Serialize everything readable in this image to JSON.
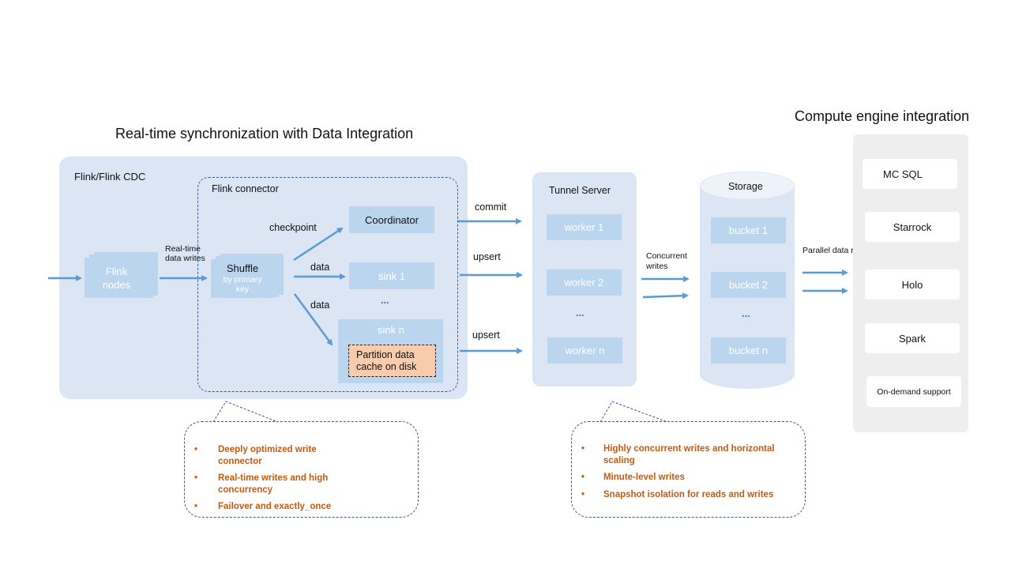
{
  "titles": {
    "left": "Real-time synchronization with Data Integration",
    "right": "Compute engine integration"
  },
  "flink_panel": {
    "label": "Flink/Flink CDC",
    "nodes": [
      "Flink",
      "nodes"
    ],
    "realtime_label": [
      "Real-time",
      "data writes"
    ]
  },
  "connector": {
    "label": "Flink connector",
    "shuffle": "Shuffle",
    "shuffle_sub": [
      "by primary",
      "key"
    ],
    "checkpoint": "checkpoint",
    "data_1": "data",
    "data_2": "data",
    "coordinator": "Coordinator",
    "sink_1": "sink 1",
    "ellipsis": "...",
    "sink_n": "sink n",
    "cache": [
      "Partition data",
      "cache on disk"
    ]
  },
  "flows": {
    "commit": "commit",
    "upsert_1": "upsert",
    "upsert_2": "upsert",
    "concurrent": [
      "Concurrent",
      "writes"
    ],
    "parallel": "Parallel data reads"
  },
  "tunnel": {
    "label": "Tunnel  Server",
    "workers": [
      "worker  1",
      "worker  2",
      "...",
      "worker  n"
    ]
  },
  "storage": {
    "label": "Storage",
    "buckets": [
      "bucket  1",
      "bucket  2",
      "...",
      "bucket  n"
    ]
  },
  "engines": [
    "MC SQL",
    "Starrock",
    "Holo",
    "Spark",
    "On-demand support"
  ],
  "notes_left": [
    [
      "Deeply  optimized  write",
      "connector"
    ],
    [
      "Real-time  writes and  high",
      "concurrency"
    ],
    [
      "Failover  and  exactly_once"
    ]
  ],
  "notes_right": [
    [
      "Highly  concurrent writes and  horizontal",
      "scaling"
    ],
    [
      "Minute-level  writes"
    ],
    [
      "Snapshot isolation  for reads and  writes"
    ]
  ],
  "bullet": "•",
  "colors": {
    "arrow": "#5b9bd5",
    "panel": "#dbe5f4",
    "box": "#bcd5ee",
    "cache": "#f8cbad",
    "note_text": "#c55a11",
    "dashed": "#3a5a8c"
  }
}
